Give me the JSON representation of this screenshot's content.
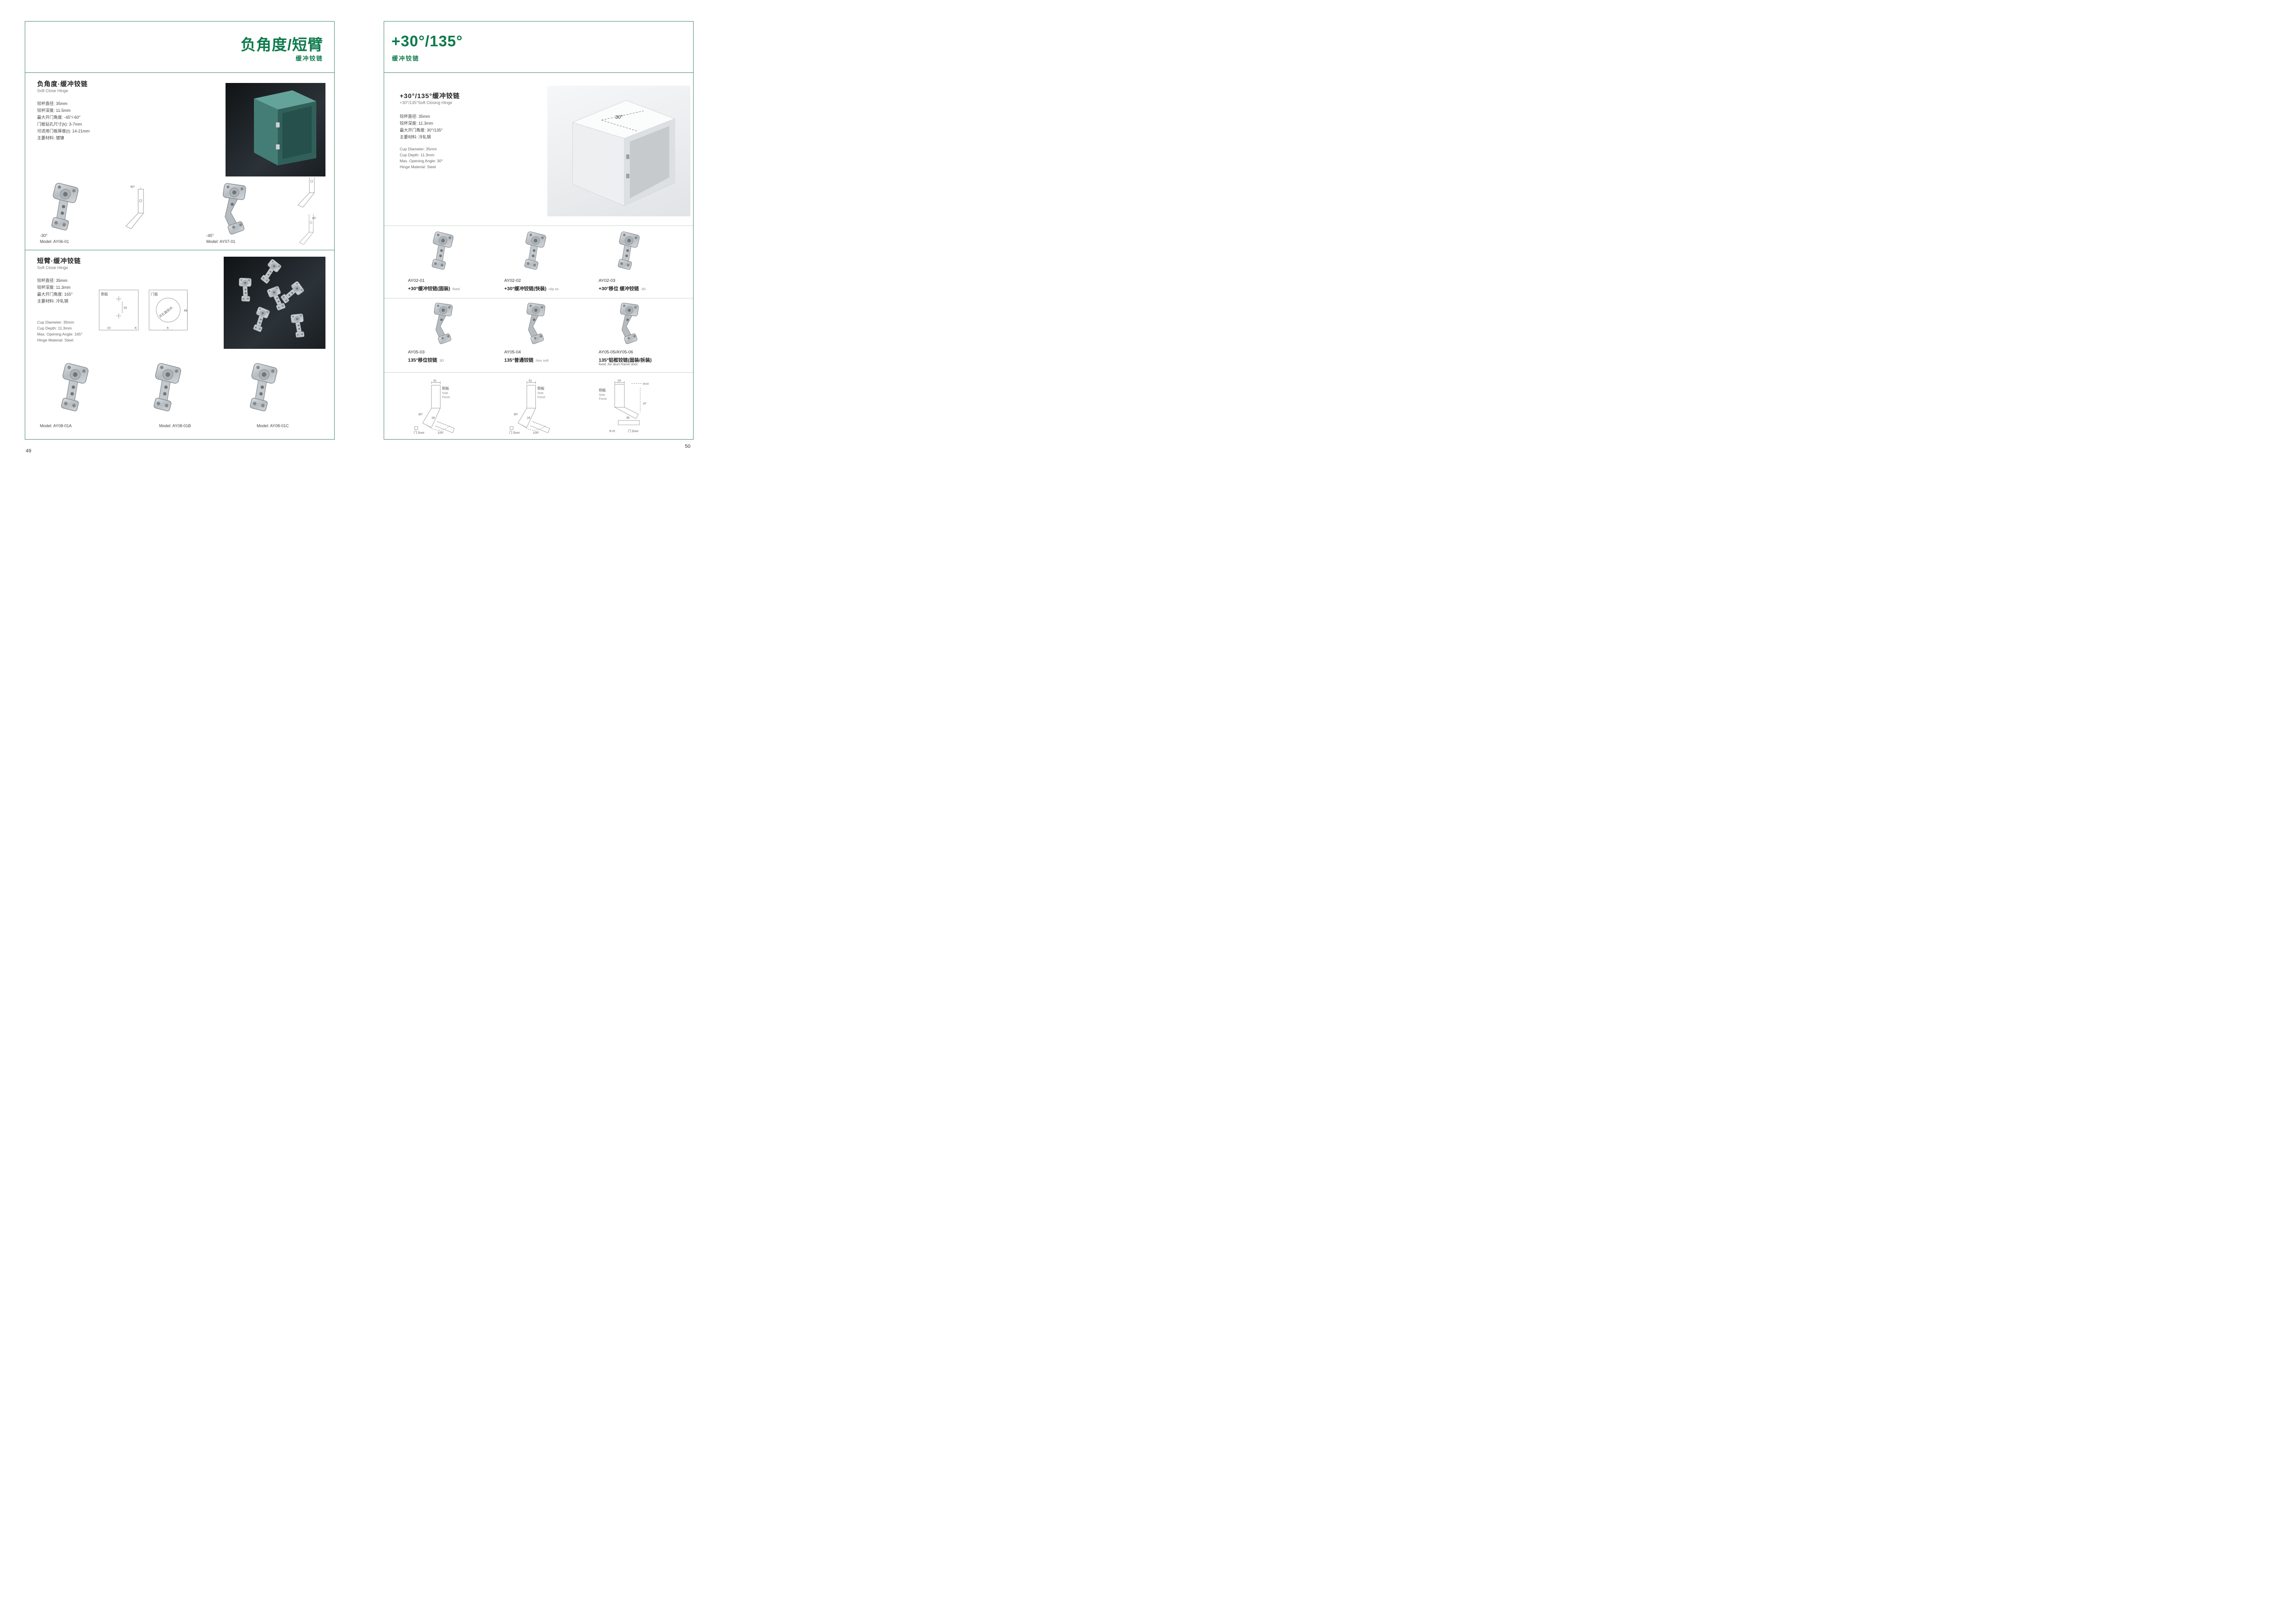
{
  "colors": {
    "accent_green": "#0d7a4c",
    "border_green": "#4a8a6c"
  },
  "left": {
    "page_number": "49",
    "header": {
      "title": "负角度/短臂",
      "subtitle": "缓冲铰链"
    },
    "section1": {
      "heading": "负角度·缓冲铰链",
      "heading_en": "Soft Close Hinge",
      "specs": [
        "铰杯直径: 35mm",
        "铰杯深度: 11.5mm",
        "最大开门角度: -45°/-60°",
        "门板钻孔尺寸(k): 3-7mm",
        "可适用门板厚度(t): 14-21mm",
        "主要材料: 镀镍"
      ],
      "drawing_labels": {
        "d1": "60°",
        "d2": "45°"
      },
      "products": [
        {
          "angle": "-30°",
          "model": "Model: AY06-01"
        },
        {
          "angle": "-45°",
          "model": "Model: AY07-01"
        }
      ]
    },
    "section2": {
      "heading": "短臂·缓冲铰链",
      "heading_en": "Soft Close Hinge",
      "specs_cn": [
        "铰杯直径:  35mm",
        "铰杯深度:  11.3mm",
        "最大开门角度:  165°",
        "主要材料:  冷轧钢"
      ],
      "specs_en": [
        "Cup Diameter: 35mm",
        "Cup Depth: 11.3mm",
        "Max. Opening Angle: 165°",
        "Hinge Material: Steel"
      ],
      "drawing": {
        "panel_label": "侧板",
        "door_label": "门板",
        "dim_v": "32",
        "dim_h": "10",
        "dim_k": "K",
        "dim_6": "6",
        "dim_48": "48",
        "hole_label": "开孔直径35"
      },
      "models": [
        "Model: AY08-01A",
        "Model: AY08-01B",
        "Model: AY08-01C"
      ]
    }
  },
  "right": {
    "page_number": "50",
    "header": {
      "title": "+30°/135°",
      "subtitle": "缓冲铰链"
    },
    "info": {
      "heading": "+30°/135°缓冲铰链",
      "heading_en": "+30°/135°Soft Closing Hinge",
      "specs_cn": [
        "铰杯直径: 35mm",
        "铰杯深度: 11.3mm",
        "最大开门角度: 30°/135°",
        "主要材料: 冷轧钢"
      ],
      "specs_en": [
        "Cup Diameter: 35mm",
        "Cup Depth: 11.3mm",
        "Max. Opening Angle: 30°",
        "Hinge Material: Steel"
      ],
      "cabinet_angle": "30°"
    },
    "products": [
      {
        "code": "AY02-01",
        "name": "+30°缓冲铰链(固装)",
        "tag": "fixed",
        "note": ""
      },
      {
        "code": "AY02-02",
        "name": "+30°缓冲铰链(快装)",
        "tag": "clip on",
        "note": ""
      },
      {
        "code": "AY02-03",
        "name": "+30°移位 缓冲铰链",
        "tag": "3D",
        "note": ""
      },
      {
        "code": "AY05-03",
        "name": "135°移位铰链",
        "tag": "3D",
        "note": ""
      },
      {
        "code": "AY05-04",
        "name": "135°普通铰链",
        "tag": "Non soft",
        "note": ""
      },
      {
        "code": "AY05-05/AY05-06",
        "name": "135°铝框铰链(固装/拆装)",
        "tag": "",
        "note": "fixed ,for alum frame door"
      }
    ],
    "diagrams": [
      {
        "dim_top": "31",
        "panel_cn": "侧板",
        "panel_en1": "Side",
        "panel_en2": "Panel",
        "angle": "30°",
        "dim_mid": "16",
        "arc": "105°",
        "door": "门 Door"
      },
      {
        "dim_top": "31",
        "panel_cn": "侧板",
        "panel_en1": "Side",
        "panel_en2": "Panel",
        "angle": "30°",
        "dim_mid": "16",
        "arc": "105°",
        "door": "门 Door"
      },
      {
        "dim_top": "19",
        "h_label": "H=0",
        "panel_cn": "侧板",
        "panel_en1": "Side",
        "panel_en2": "Panel",
        "dim_right": "37",
        "dim_bottom": "35",
        "k_label": "K=5",
        "door": "门 Door"
      }
    ]
  }
}
